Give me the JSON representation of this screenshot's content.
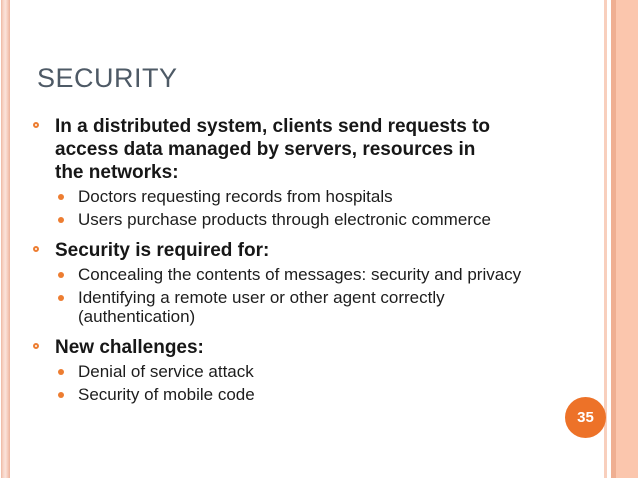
{
  "slide": {
    "title": "SECURITY",
    "page_number": "35",
    "colors": {
      "accent_orange": "#ed7d31",
      "badge_orange": "#ed7228",
      "title_slate": "#4e5a66",
      "border_salmon": "#fbc6ad"
    },
    "bullets": [
      {
        "text": "In a distributed system, clients send requests to\naccess data managed by servers, resources in\nthe networks:",
        "subs": [
          "Doctors requesting records from hospitals",
          "Users purchase products through electronic commerce"
        ]
      },
      {
        "text": "Security is required for:",
        "subs": [
          "Concealing the contents of messages: security and privacy",
          "Identifying a remote user or other agent correctly\n(authentication)"
        ]
      },
      {
        "text": "New challenges:",
        "subs": [
          "Denial of service attack",
          "Security of mobile code"
        ]
      }
    ]
  }
}
